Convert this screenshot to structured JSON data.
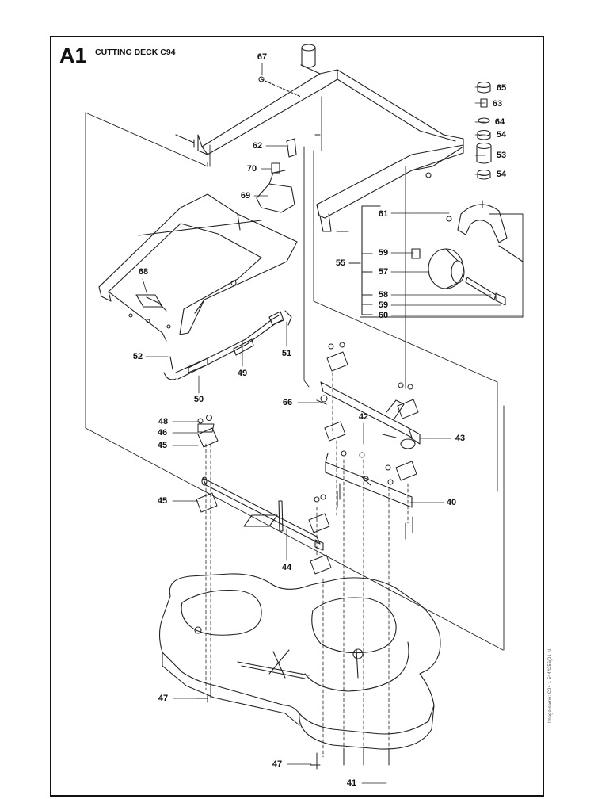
{
  "header": {
    "section_code": "A1",
    "title": "CUTTING DECK C94"
  },
  "side_note": "Image name: C94-1 5444256(01-N",
  "callouts": [
    {
      "key": "c67",
      "text": "67"
    },
    {
      "key": "c65",
      "text": "65"
    },
    {
      "key": "c63",
      "text": "63"
    },
    {
      "key": "c64",
      "text": "64"
    },
    {
      "key": "c54a",
      "text": "54"
    },
    {
      "key": "c53",
      "text": "53"
    },
    {
      "key": "c54b",
      "text": "54"
    },
    {
      "key": "c62",
      "text": "62"
    },
    {
      "key": "c70",
      "text": "70"
    },
    {
      "key": "c69",
      "text": "69"
    },
    {
      "key": "c61",
      "text": "61"
    },
    {
      "key": "c59a",
      "text": "59"
    },
    {
      "key": "c55",
      "text": "55"
    },
    {
      "key": "c57",
      "text": "57"
    },
    {
      "key": "c58",
      "text": "58"
    },
    {
      "key": "c59b",
      "text": "59"
    },
    {
      "key": "c60",
      "text": "60"
    },
    {
      "key": "c68",
      "text": "68"
    },
    {
      "key": "c52",
      "text": "52"
    },
    {
      "key": "c51",
      "text": "51"
    },
    {
      "key": "c49",
      "text": "49"
    },
    {
      "key": "c50",
      "text": "50"
    },
    {
      "key": "c66",
      "text": "66"
    },
    {
      "key": "c48",
      "text": "48"
    },
    {
      "key": "c46",
      "text": "46"
    },
    {
      "key": "c45a",
      "text": "45"
    },
    {
      "key": "c42",
      "text": "42"
    },
    {
      "key": "c43",
      "text": "43"
    },
    {
      "key": "c45b",
      "text": "45"
    },
    {
      "key": "c40",
      "text": "40"
    },
    {
      "key": "c44",
      "text": "44"
    },
    {
      "key": "c47a",
      "text": "47"
    },
    {
      "key": "c47b",
      "text": "47"
    },
    {
      "key": "c41",
      "text": "41"
    }
  ]
}
